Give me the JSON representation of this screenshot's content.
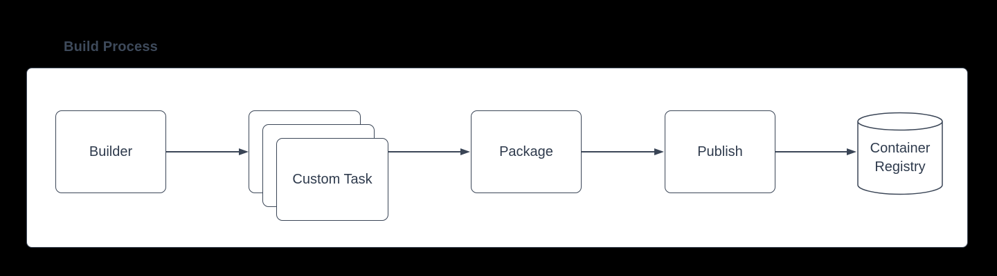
{
  "diagram": {
    "title": "Build Process",
    "type": "flowchart",
    "nodes": [
      {
        "id": "builder",
        "label": "Builder",
        "shape": "rounded-rectangle"
      },
      {
        "id": "custom-task",
        "label": "Custom Task",
        "shape": "stacked-rounded-rectangles",
        "stack_count": 3
      },
      {
        "id": "package",
        "label": "Package",
        "shape": "rounded-rectangle"
      },
      {
        "id": "publish",
        "label": "Publish",
        "shape": "rounded-rectangle"
      },
      {
        "id": "container-registry",
        "label": "Container Registry",
        "label_lines": [
          "Container",
          "Registry"
        ],
        "shape": "cylinder"
      }
    ],
    "edges": [
      {
        "from": "builder",
        "to": "custom-task"
      },
      {
        "from": "custom-task",
        "to": "package"
      },
      {
        "from": "package",
        "to": "publish"
      },
      {
        "from": "publish",
        "to": "container-registry"
      }
    ],
    "colors": {
      "canvas_background": "#000000",
      "panel_background": "#ffffff",
      "shape_fill": "#ffffff",
      "stroke": "#3a4556",
      "label_text": "#2e3a4c",
      "title_text": "#3e4a5b"
    }
  }
}
